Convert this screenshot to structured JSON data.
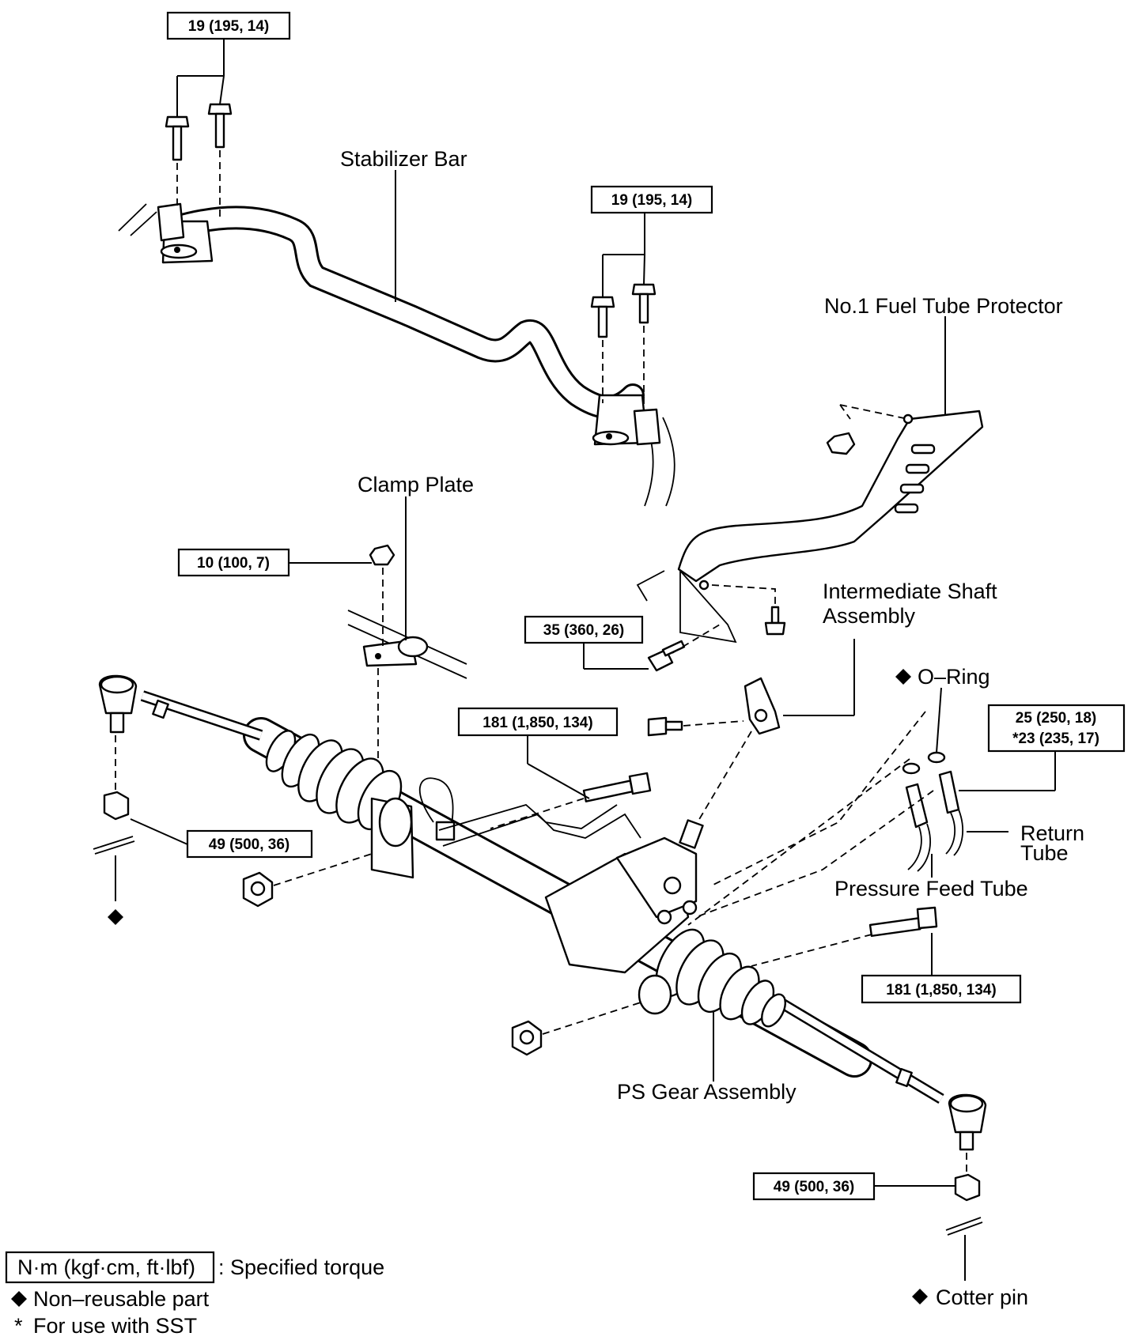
{
  "parts": {
    "stabilizer_bar": "Stabilizer Bar",
    "fuel_tube_protector": "No.1 Fuel Tube Protector",
    "clamp_plate": "Clamp Plate",
    "intermediate_shaft_line1": "Intermediate Shaft",
    "intermediate_shaft_line2": "Assembly",
    "o_ring": "O–Ring",
    "return_tube_line1": "Return",
    "return_tube_line2": "Tube",
    "pressure_feed_tube": "Pressure Feed Tube",
    "ps_gear_assembly": "PS Gear Assembly",
    "cotter_pin": "Cotter pin"
  },
  "torques": {
    "stab_left": "19 (195, 14)",
    "stab_right": "19 (195, 14)",
    "clamp_nut": "10 (100, 7)",
    "protector_bolt": "35 (360, 26)",
    "gear_bolt_left": "181 (1,850, 134)",
    "tube_union_line1": "25 (250, 18)",
    "tube_union_line2": "*23 (235, 17)",
    "tie_rod_nut_left": "49 (500, 36)",
    "gear_bolt_right": "181 (1,850, 134)",
    "tie_rod_nut_right": "49 (500, 36)"
  },
  "legend": {
    "unit_box": "N·m (kgf·cm, ft·lbf)",
    "unit_desc": ": Specified torque",
    "non_reusable": "Non–reusable part",
    "sst_mark": "*",
    "sst_desc": "For use with SST"
  }
}
